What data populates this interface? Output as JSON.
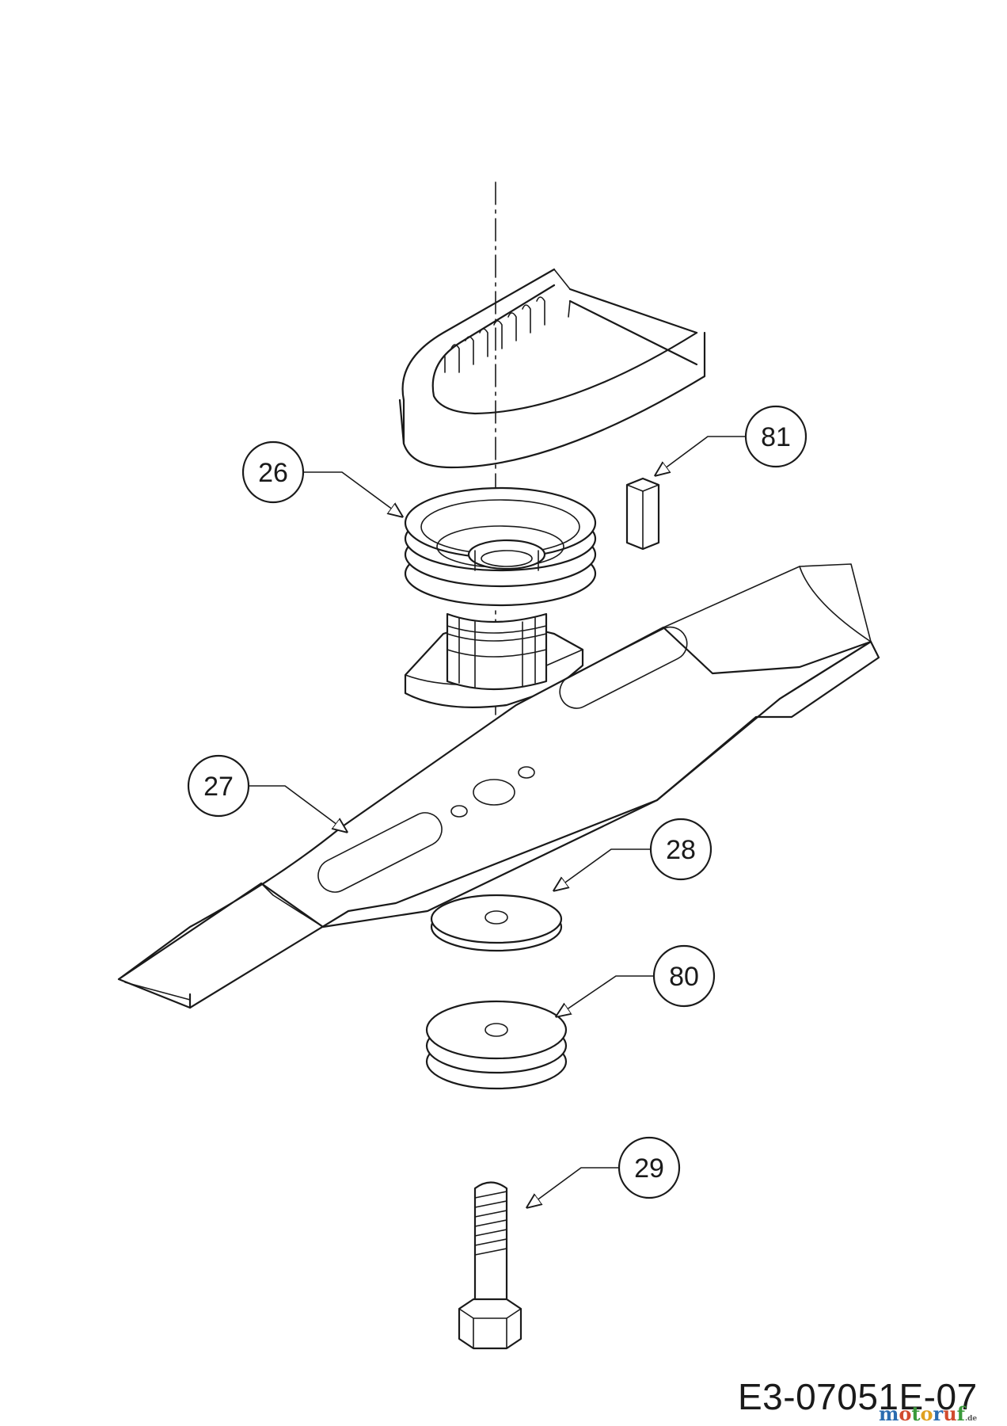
{
  "callouts": [
    {
      "id": "26",
      "label": "26"
    },
    {
      "id": "27",
      "label": "27"
    },
    {
      "id": "28",
      "label": "28"
    },
    {
      "id": "29",
      "label": "29"
    },
    {
      "id": "80",
      "label": "80"
    },
    {
      "id": "81",
      "label": "81"
    }
  ],
  "drawing_code": "E3-07051E-07",
  "watermark": {
    "text": "motoruf",
    "suffix": ".de",
    "colors": [
      "#2b6cb0",
      "#d14b2e",
      "#3a9a3a",
      "#e0a020"
    ]
  },
  "colors": {
    "line": "#1a1a1a",
    "background": "#ffffff"
  }
}
